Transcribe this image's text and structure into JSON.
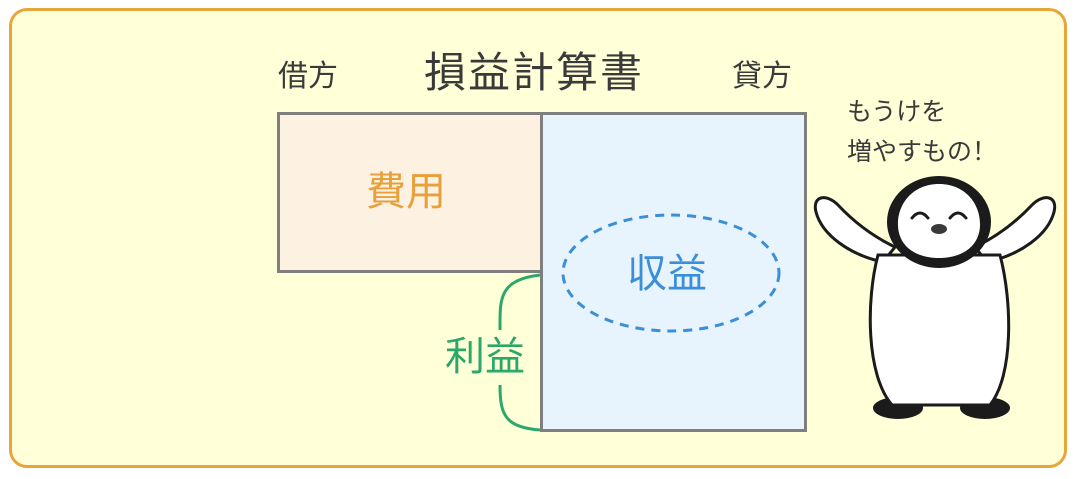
{
  "diagram": {
    "title": "損益計算書",
    "debit_label": "借方",
    "credit_label": "貸方",
    "expense_label": "費用",
    "revenue_label": "収益",
    "profit_label": "利益"
  },
  "mascot": {
    "speech_line1": "もうけを",
    "speech_line2": "増やすもの！",
    "icon": "penguin-icon"
  },
  "colors": {
    "frame_border": "#e8a53c",
    "frame_fill": "#ffffd8",
    "expense_text": "#e8a03a",
    "expense_fill": "#fdf1e2",
    "revenue_text": "#3b8fd9",
    "revenue_fill": "#e7f3fd",
    "profit_text": "#2aa86a",
    "box_border": "#7f7f7f"
  }
}
